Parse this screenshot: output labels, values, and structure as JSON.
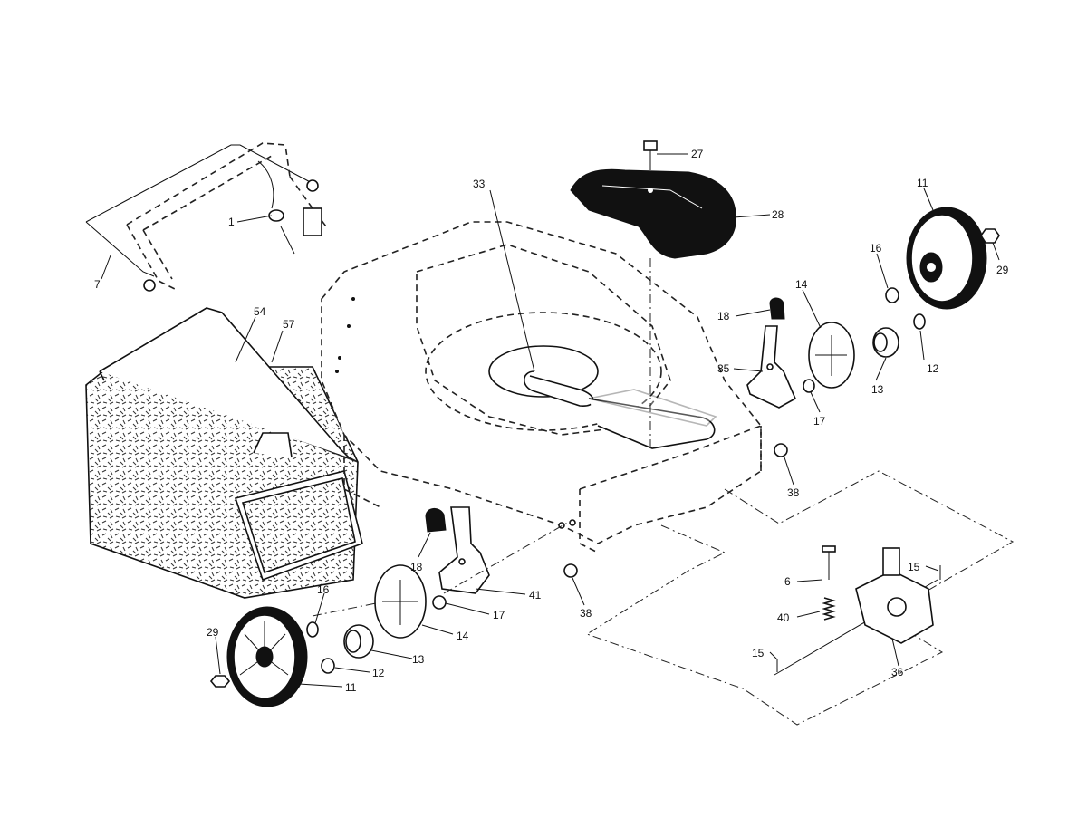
{
  "callouts": {
    "c1": "1",
    "c7": "7",
    "c54": "54",
    "c57": "57",
    "c33": "33",
    "c27": "27",
    "c28": "28",
    "c11a": "11",
    "c29a": "29",
    "c16a": "16",
    "c14a": "14",
    "c18a": "18",
    "c35": "35",
    "c12a": "12",
    "c13a": "13",
    "c17a": "17",
    "c38a": "38",
    "c18b": "18",
    "c41": "41",
    "c38b": "38",
    "c16b": "16",
    "c17b": "17",
    "c29b": "29",
    "c14b": "14",
    "c13b": "13",
    "c12b": "12",
    "c11b": "11",
    "c6": "6",
    "c15a": "15",
    "c40": "40",
    "c15b": "15",
    "c36": "36"
  }
}
